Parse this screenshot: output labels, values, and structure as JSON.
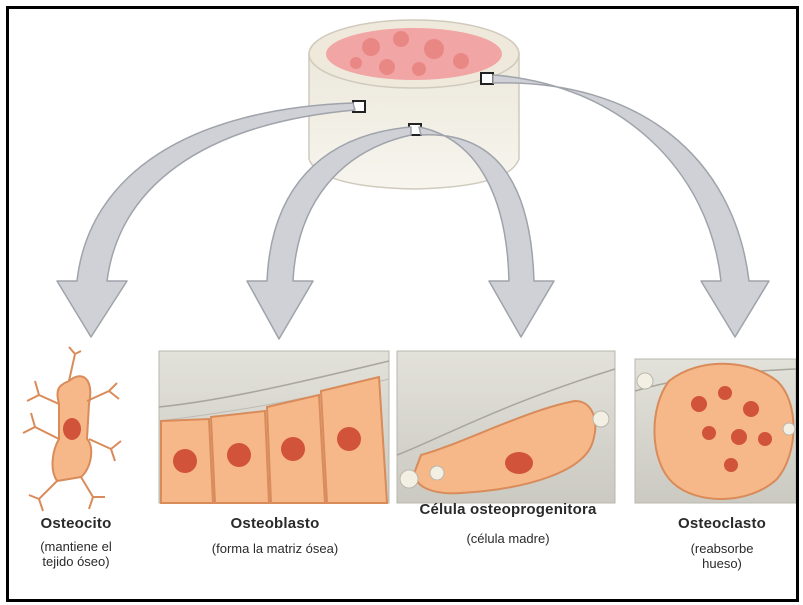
{
  "colors": {
    "cell_fill": "#f7b889",
    "cell_stroke": "#d98b5a",
    "nucleus": "#d0533a",
    "matrix": "#d9d8d0",
    "arrow": "#cfd1d6",
    "arrow_stroke": "#9fa3aa",
    "bone_inner": "#f3a8a6"
  },
  "labels": {
    "osteocyte": {
      "title": "Osteocito",
      "desc": "(mantiene el tejido óseo)"
    },
    "osteoblast": {
      "title": "Osteoblasto",
      "desc": "(forma la matriz ósea)"
    },
    "osteoprogenitor": {
      "title": "Célula osteoprogenitora",
      "desc": "(célula madre)"
    },
    "osteoclast": {
      "title": "Osteoclasto",
      "desc": "(reabsorbe hueso)"
    }
  }
}
